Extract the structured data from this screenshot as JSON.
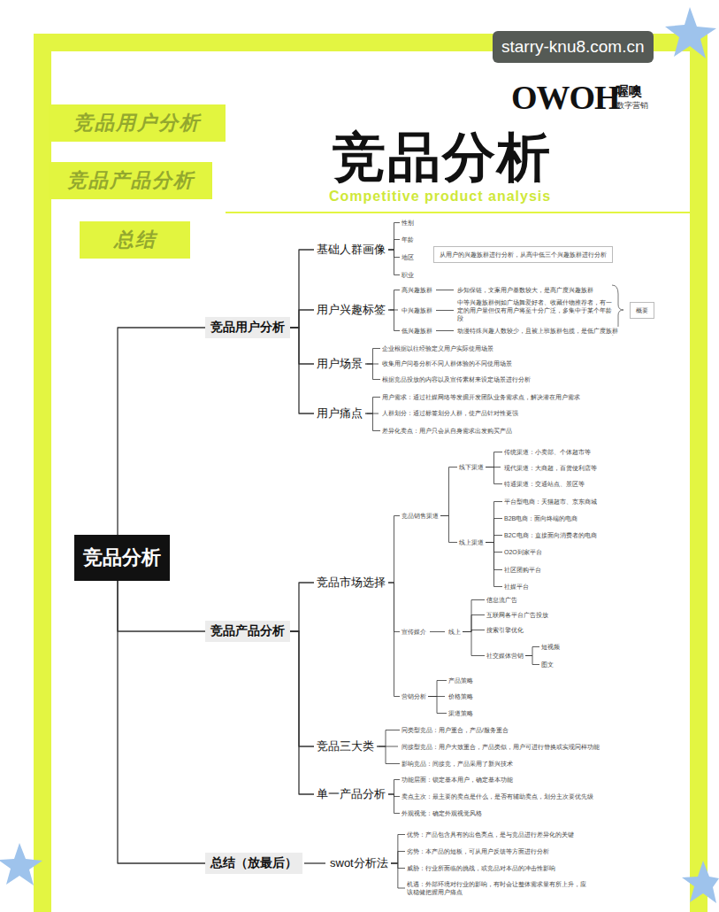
{
  "diagram": {
    "title": "竞品分析",
    "nodes": [
      {
        "text": [
          "竞品分析"
        ]
      },
      {
        "text": [
          "竞品用户分析"
        ]
      },
      {
        "text": [
          "基础人群画像"
        ]
      },
      {
        "text": [
          "性别"
        ]
      },
      {
        "text": [
          "年龄"
        ]
      },
      {
        "text": [
          "地区"
        ]
      },
      {
        "text": [
          "职业"
        ]
      },
      {
        "text": [
          "从用户的兴趣族群进行分析，从高中低三个兴趣族群进行分析"
        ]
      },
      {
        "text": [
          "用户兴趣标签"
        ]
      },
      {
        "text": [
          "高兴趣族群"
        ]
      },
      {
        "text": [
          "步知保链，文案用户基数较大，是高广度兴趣族群"
        ]
      },
      {
        "text": [
          "中兴趣族群"
        ]
      },
      {
        "text": [
          "中等兴趣族群例如广场舞爱好者、收藏什物推荐者，有一定的用户量但仅有用户将至十分广泛，多集中于某个年龄段"
        ]
      },
      {
        "text": [
          "低兴趣族群"
        ]
      },
      {
        "text": [
          "动漫特殊兴趣人数较少，且被上班族群包揽，是低广度族群"
        ]
      },
      {
        "text": [
          "概要"
        ]
      },
      {
        "text": [
          "用户场景"
        ]
      },
      {
        "text": [
          "企业根据以往经验定义用户实际使用场景"
        ]
      },
      {
        "text": [
          "收集用户问卷分析不同人群体验的不同使用场景"
        ]
      },
      {
        "text": [
          "根据竞品投放的内容以及宣传素材来设定场景进行分析"
        ]
      },
      {
        "text": [
          "用户痛点"
        ]
      },
      {
        "text": [
          "用户需求：通过社媒网络等发掘开发团队业务需求点，解决潜在用户需求"
        ]
      },
      {
        "text": [
          "人群划分：通过标签划分人群，使产品针对性更强"
        ]
      },
      {
        "text": [
          "差异化卖点：用户只会从自身需求出发购买产品"
        ]
      },
      {
        "text": [
          "竞品产品分析"
        ]
      },
      {
        "text": [
          "竞品市场选择"
        ]
      },
      {
        "text": [
          "竞品销售渠道"
        ]
      },
      {
        "text": [
          "线下渠道"
        ]
      },
      {
        "text": [
          "传统渠道：小卖部、个体超市等"
        ]
      },
      {
        "text": [
          "现代渠道：大商超，百货便利店等"
        ]
      },
      {
        "text": [
          "特通渠道：交通站点、景区等"
        ]
      },
      {
        "text": [
          "线上渠道"
        ]
      },
      {
        "text": [
          "平台型电商：天猫超市、京东商城"
        ]
      },
      {
        "text": [
          "B2B电商：面向终端的电商"
        ]
      },
      {
        "text": [
          "B2C电商：直接面向消费者的电商"
        ]
      },
      {
        "text": [
          "O2O到家平台"
        ]
      },
      {
        "text": [
          "社区团购平台"
        ]
      },
      {
        "text": [
          "社媒平台"
        ]
      },
      {
        "text": [
          "宣传媒介"
        ]
      },
      {
        "text": [
          "线上"
        ]
      },
      {
        "text": [
          "信息流广告"
        ]
      },
      {
        "text": [
          "互联网各平台广告投放"
        ]
      },
      {
        "text": [
          "搜索引擎优化"
        ]
      },
      {
        "text": [
          "社交媒体营销"
        ]
      },
      {
        "text": [
          "短视频"
        ]
      },
      {
        "text": [
          "图文"
        ]
      },
      {
        "text": [
          "营销分析"
        ]
      },
      {
        "text": [
          "产品策略"
        ]
      },
      {
        "text": [
          "价格策略"
        ]
      },
      {
        "text": [
          "渠道策略"
        ]
      },
      {
        "text": [
          "竞品三大类"
        ]
      },
      {
        "text": [
          "同类型竞品：用户重合，产品/服务重合"
        ]
      },
      {
        "text": [
          "间接型竞品：用户大致重合，产品类似，用户可进行替换或实现同样功能"
        ]
      },
      {
        "text": [
          "影响竞品：间接竞，产品采用了新兴技术"
        ]
      },
      {
        "text": [
          "单一产品分析"
        ]
      },
      {
        "text": [
          "功能层面：锁定基本用户，确定基本功能"
        ]
      },
      {
        "text": [
          "卖点主次：最主要的卖点是什么，是否有辅助卖点，划分主次要优先级"
        ]
      },
      {
        "text": [
          "外观视觉：确定外观视觉风格"
        ]
      },
      {
        "text": [
          "总结（放最后）"
        ]
      },
      {
        "text": [
          "swot分析法"
        ]
      },
      {
        "text": [
          "优势：产品包含具有的出色亮点，是与竞品进行差异化的关键"
        ]
      },
      {
        "text": [
          "劣势：本产品的短板，可从用户反馈等方面进行分析"
        ]
      },
      {
        "text": [
          "威胁：行业所面临的挑战，或竞品对本品的冲击性影响"
        ]
      },
      {
        "text": [
          "机遇：外部环境对行业的影响，有时会让整体需求量有所上升，应该稳健把握用户痛点"
        ]
      },
      {
        "text": [
          "竞品用户分析"
        ]
      },
      {
        "text": [
          "竞品产品分析"
        ]
      },
      {
        "text": [
          "总结"
        ]
      },
      {
        "text": [
          "starry-knu8.com.cn"
        ]
      }
    ],
    "edges": [
      {
        "from": 0,
        "to": 1,
        "arrow": "none"
      },
      {
        "from": 0,
        "to": 24,
        "arrow": "none"
      },
      {
        "from": 0,
        "to": 58,
        "arrow": "none"
      },
      {
        "from": 1,
        "to": 2,
        "arrow": "none"
      },
      {
        "from": 1,
        "to": 8,
        "arrow": "none"
      },
      {
        "from": 1,
        "to": 16,
        "arrow": "none"
      },
      {
        "from": 1,
        "to": 20,
        "arrow": "none"
      },
      {
        "from": 2,
        "to": 3,
        "arrow": "none"
      },
      {
        "from": 2,
        "to": 4,
        "arrow": "none"
      },
      {
        "from": 2,
        "to": 5,
        "arrow": "none"
      },
      {
        "from": 2,
        "to": 6,
        "arrow": "none"
      },
      {
        "from": 8,
        "to": 9,
        "arrow": "none"
      },
      {
        "from": 8,
        "to": 11,
        "arrow": "none"
      },
      {
        "from": 8,
        "to": 13,
        "arrow": "none"
      },
      {
        "from": 9,
        "to": 10,
        "arrow": "none"
      },
      {
        "from": 11,
        "to": 12,
        "arrow": "none"
      },
      {
        "from": 13,
        "to": 14,
        "arrow": "none"
      },
      {
        "from": 16,
        "to": 17,
        "arrow": "none"
      },
      {
        "from": 16,
        "to": 18,
        "arrow": "none"
      },
      {
        "from": 16,
        "to": 19,
        "arrow": "none"
      },
      {
        "from": 20,
        "to": 21,
        "arrow": "none"
      },
      {
        "from": 20,
        "to": 22,
        "arrow": "none"
      },
      {
        "from": 20,
        "to": 23,
        "arrow": "none"
      },
      {
        "from": 24,
        "to": 25,
        "arrow": "none"
      },
      {
        "from": 24,
        "to": 50,
        "arrow": "none"
      },
      {
        "from": 24,
        "to": 54,
        "arrow": "none"
      },
      {
        "from": 25,
        "to": 26,
        "arrow": "none"
      },
      {
        "from": 25,
        "to": 38,
        "arrow": "none"
      },
      {
        "from": 25,
        "to": 46,
        "arrow": "none"
      },
      {
        "from": 26,
        "to": 27,
        "arrow": "none"
      },
      {
        "from": 26,
        "to": 31,
        "arrow": "none"
      },
      {
        "from": 27,
        "to": 28,
        "arrow": "none"
      },
      {
        "from": 27,
        "to": 29,
        "arrow": "none"
      },
      {
        "from": 27,
        "to": 30,
        "arrow": "none"
      },
      {
        "from": 31,
        "to": 32,
        "arrow": "none"
      },
      {
        "from": 31,
        "to": 33,
        "arrow": "none"
      },
      {
        "from": 31,
        "to": 34,
        "arrow": "none"
      },
      {
        "from": 31,
        "to": 35,
        "arrow": "none"
      },
      {
        "from": 31,
        "to": 36,
        "arrow": "none"
      },
      {
        "from": 31,
        "to": 37,
        "arrow": "none"
      },
      {
        "from": 38,
        "to": 39,
        "arrow": "none"
      },
      {
        "from": 39,
        "to": 40,
        "arrow": "none"
      },
      {
        "from": 39,
        "to": 41,
        "arrow": "none"
      },
      {
        "from": 39,
        "to": 42,
        "arrow": "none"
      },
      {
        "from": 39,
        "to": 43,
        "arrow": "none"
      },
      {
        "from": 43,
        "to": 44,
        "arrow": "none"
      },
      {
        "from": 43,
        "to": 45,
        "arrow": "none"
      },
      {
        "from": 46,
        "to": 47,
        "arrow": "none"
      },
      {
        "from": 46,
        "to": 48,
        "arrow": "none"
      },
      {
        "from": 46,
        "to": 49,
        "arrow": "none"
      },
      {
        "from": 50,
        "to": 51,
        "arrow": "none"
      },
      {
        "from": 50,
        "to": 52,
        "arrow": "none"
      },
      {
        "from": 50,
        "to": 53,
        "arrow": "none"
      },
      {
        "from": 54,
        "to": 55,
        "arrow": "none"
      },
      {
        "from": 54,
        "to": 56,
        "arrow": "none"
      },
      {
        "from": 54,
        "to": 57,
        "arrow": "none"
      },
      {
        "from": 58,
        "to": 59,
        "arrow": "none"
      },
      {
        "from": 59,
        "to": 60,
        "arrow": "none"
      },
      {
        "from": 59,
        "to": 61,
        "arrow": "none"
      },
      {
        "from": 59,
        "to": 62,
        "arrow": "none"
      },
      {
        "from": 59,
        "to": 63,
        "arrow": "none"
      }
    ],
    "labels": [
      "OWOH",
      "喔噢",
      "数字营销",
      "Competitive product analysis"
    ]
  }
}
